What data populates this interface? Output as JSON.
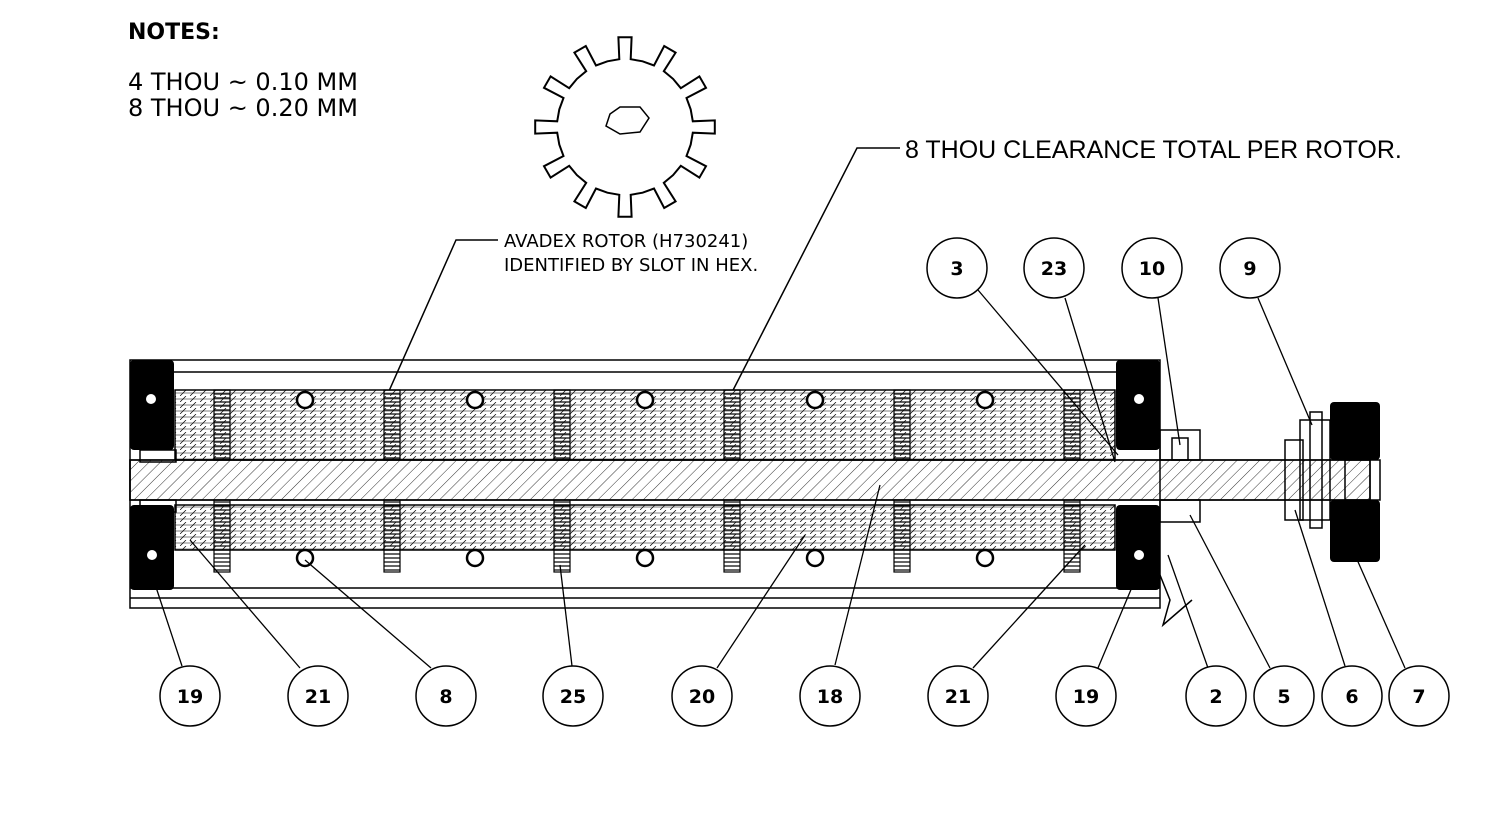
{
  "notes": {
    "title": "NOTES:",
    "lines": [
      "4 THOU ~ 0.10 MM",
      "8 THOU ~ 0.20 MM"
    ]
  },
  "callouts": {
    "rotor_line1": "AVADEX ROTOR (H730241)",
    "rotor_line2": "IDENTIFIED BY SLOT IN HEX.",
    "clearance": "8 THOU CLEARANCE TOTAL PER ROTOR."
  },
  "balloons": {
    "top": [
      "3",
      "23",
      "10",
      "9"
    ],
    "bottom": [
      "19",
      "21",
      "8",
      "25",
      "20",
      "18",
      "21",
      "19",
      "2",
      "5",
      "6",
      "7"
    ]
  }
}
